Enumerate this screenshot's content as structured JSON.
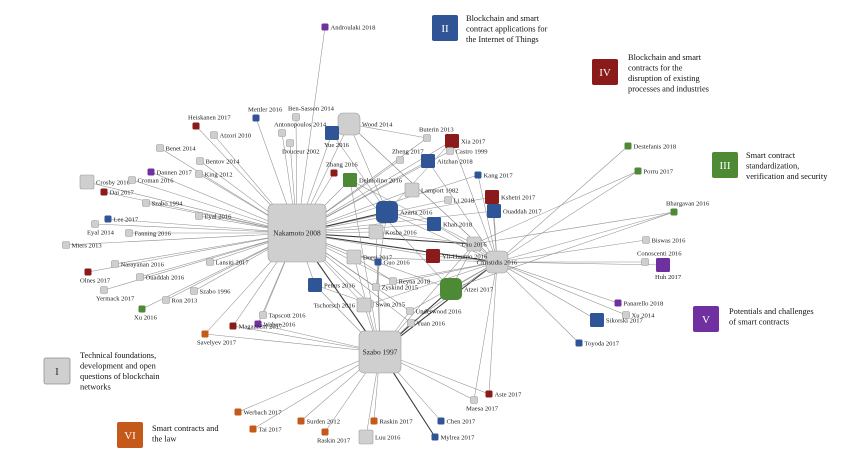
{
  "colors": {
    "gray": "#cfcfcf",
    "blue": "#2f5597",
    "red": "#8b1a1a",
    "green": "#4e8a35",
    "purple": "#7030a0",
    "orange": "#c5591a",
    "edge": "#8f8f8f"
  },
  "nodes": [
    {
      "id": "nakamoto",
      "label": "Nakamoto 2008",
      "color": "gray",
      "size": "xl",
      "labelPos": "center"
    },
    {
      "id": "szabo1997",
      "label": "Szabo 1997",
      "color": "gray",
      "size": "lg",
      "labelPos": "center"
    },
    {
      "id": "christidis",
      "label": "Christidis 2016",
      "color": "gray",
      "size": "md",
      "labelPos": "center"
    },
    {
      "id": "luu",
      "label": "Luu 2016",
      "color": "gray",
      "size": "sm",
      "labelPos": "center"
    },
    {
      "id": "androulaki",
      "label": "Androulaki 2018",
      "color": "purple",
      "size": "xs",
      "labelPos": "right"
    },
    {
      "id": "heiskanen",
      "label": "Heiskanen 2017",
      "color": "red",
      "size": "xs",
      "labelPos": "above"
    },
    {
      "id": "mettler",
      "label": "Mettler 2016",
      "color": "blue",
      "size": "xs",
      "labelPos": "above"
    },
    {
      "id": "bensasson",
      "label": "Ben-Sasson 2014",
      "color": "gray",
      "size": "xs",
      "labelPos": "above"
    },
    {
      "id": "antonopoulos",
      "label": "Antonopoulos 2014",
      "color": "gray",
      "size": "xs",
      "labelPos": "above"
    },
    {
      "id": "wood",
      "label": "Wood 2014",
      "color": "gray",
      "size": "md",
      "labelPos": "right"
    },
    {
      "id": "atzori",
      "label": "Atzori 2010",
      "color": "gray",
      "size": "xs",
      "labelPos": "right"
    },
    {
      "id": "yue",
      "label": "Yue 2016",
      "color": "blue",
      "size": "sm",
      "labelPos": "below"
    },
    {
      "id": "douceur",
      "label": "Douceur 2002",
      "color": "gray",
      "size": "xs",
      "labelPos": "below"
    },
    {
      "id": "buterin",
      "label": "Buterin 2013",
      "color": "gray",
      "size": "xs",
      "labelPos": "above"
    },
    {
      "id": "xia",
      "label": "Xia 2017",
      "color": "red",
      "size": "sm",
      "labelPos": "right"
    },
    {
      "id": "castro",
      "label": "Castro 1999",
      "color": "gray",
      "size": "xs",
      "labelPos": "right"
    },
    {
      "id": "zheng",
      "label": "Zheng 2017",
      "color": "gray",
      "size": "xs",
      "labelPos": "above"
    },
    {
      "id": "aitzhan",
      "label": "Aitzhan 2018",
      "color": "blue",
      "size": "sm",
      "labelPos": "right"
    },
    {
      "id": "benet",
      "label": "Benet 2014",
      "color": "gray",
      "size": "xs",
      "labelPos": "right"
    },
    {
      "id": "bentov",
      "label": "Bentov 2014",
      "color": "gray",
      "size": "xs",
      "labelPos": "right"
    },
    {
      "id": "dannen",
      "label": "Dannen 2017",
      "color": "purple",
      "size": "xs",
      "labelPos": "right"
    },
    {
      "id": "king",
      "label": "King 2012",
      "color": "gray",
      "size": "xs",
      "labelPos": "right"
    },
    {
      "id": "zhang",
      "label": "Zhang 2016",
      "color": "red",
      "size": "xs",
      "labelPos": "above"
    },
    {
      "id": "delmolino",
      "label": "Delmolino 2016",
      "color": "green",
      "size": "sm",
      "labelPos": "right"
    },
    {
      "id": "kang",
      "label": "Kang 2017",
      "color": "blue",
      "size": "xs",
      "labelPos": "right"
    },
    {
      "id": "crosby",
      "label": "Crosby 2016",
      "color": "gray",
      "size": "sm",
      "labelPos": "right"
    },
    {
      "id": "croman",
      "label": "Croman 2016",
      "color": "gray",
      "size": "xs",
      "labelPos": "right"
    },
    {
      "id": "dai",
      "label": "Dai 2017",
      "color": "red",
      "size": "xs",
      "labelPos": "right"
    },
    {
      "id": "lamport",
      "label": "Lamport 1982",
      "color": "gray",
      "size": "sm",
      "labelPos": "right"
    },
    {
      "id": "li2018",
      "label": "Li 2018",
      "color": "gray",
      "size": "xs",
      "labelPos": "right"
    },
    {
      "id": "kshetri",
      "label": "Kshetri 2017",
      "color": "red",
      "size": "sm",
      "labelPos": "right"
    },
    {
      "id": "ouaddah2017",
      "label": "Ouaddah 2017",
      "color": "blue",
      "size": "sm",
      "labelPos": "right"
    },
    {
      "id": "szabo1994",
      "label": "Szabo 1994",
      "color": "gray",
      "size": "xs",
      "labelPos": "right"
    },
    {
      "id": "eyal2016",
      "label": "Eyal 2016",
      "color": "gray",
      "size": "xs",
      "labelPos": "right"
    },
    {
      "id": "azaria",
      "label": "Azaria 2016",
      "color": "blue",
      "size": "md",
      "labelPos": "right"
    },
    {
      "id": "khan",
      "label": "Khan 2018",
      "color": "blue",
      "size": "sm",
      "labelPos": "right"
    },
    {
      "id": "lee",
      "label": "Lee 2017",
      "color": "blue",
      "size": "xs",
      "labelPos": "right"
    },
    {
      "id": "fanning",
      "label": "Fanning 2016",
      "color": "gray",
      "size": "xs",
      "labelPos": "right"
    },
    {
      "id": "eyal2014",
      "label": "Eyal 2014",
      "color": "gray",
      "size": "xs",
      "labelPos": "below"
    },
    {
      "id": "kosba",
      "label": "Kosba 2016",
      "color": "gray",
      "size": "sm",
      "labelPos": "right"
    },
    {
      "id": "miers",
      "label": "Miers 2013",
      "color": "gray",
      "size": "xs",
      "labelPos": "right"
    },
    {
      "id": "dorri",
      "label": "Dorri 2017",
      "color": "gray",
      "size": "sm",
      "labelPos": "right"
    },
    {
      "id": "yli",
      "label": "Yli-Huumo 2016",
      "color": "red",
      "size": "sm",
      "labelPos": "right"
    },
    {
      "id": "lansiti",
      "label": "Lansiti 2017",
      "color": "gray",
      "size": "xs",
      "labelPos": "right"
    },
    {
      "id": "narayanan",
      "label": "Narayanan 2016",
      "color": "gray",
      "size": "xs",
      "labelPos": "right"
    },
    {
      "id": "olnes",
      "label": "Olnes 2017",
      "color": "red",
      "size": "xs",
      "labelPos": "below"
    },
    {
      "id": "ouaddah2016",
      "label": "Ouaddah 2016",
      "color": "gray",
      "size": "xs",
      "labelPos": "right"
    },
    {
      "id": "yermack",
      "label": "Yermack 2017",
      "color": "gray",
      "size": "xs",
      "labelPos": "below"
    },
    {
      "id": "szabo1996",
      "label": "Szabo 1996",
      "color": "gray",
      "size": "xs",
      "labelPos": "right"
    },
    {
      "id": "ron",
      "label": "Ron 2013",
      "color": "gray",
      "size": "xs",
      "labelPos": "right"
    },
    {
      "id": "xu2016",
      "label": "Xu 2016",
      "color": "green",
      "size": "xs",
      "labelPos": "below"
    },
    {
      "id": "guo",
      "label": "Guo 2016",
      "color": "blue",
      "size": "xs",
      "labelPos": "right"
    },
    {
      "id": "peters",
      "label": "Peters 2016",
      "color": "blue",
      "size": "sm",
      "labelPos": "right"
    },
    {
      "id": "reyna",
      "label": "Reyna 2018",
      "color": "gray",
      "size": "xs",
      "labelPos": "right"
    },
    {
      "id": "atzei",
      "label": "Atzei 2017",
      "color": "green",
      "size": "md",
      "labelPos": "right"
    },
    {
      "id": "zyskind",
      "label": "Zyskind 2015",
      "color": "gray",
      "size": "xs",
      "labelPos": "right"
    },
    {
      "id": "swan",
      "label": "Swan 2015",
      "color": "gray",
      "size": "xs",
      "labelPos": "right"
    },
    {
      "id": "tschorsch",
      "label": "Tschorsch 2016",
      "color": "gray",
      "size": "sm",
      "labelPos": "left"
    },
    {
      "id": "tapscott",
      "label": "Tapscott 2016",
      "color": "gray",
      "size": "xs",
      "labelPos": "right"
    },
    {
      "id": "weber",
      "label": "Weber 2016",
      "color": "purple",
      "size": "xs",
      "labelPos": "right"
    },
    {
      "id": "underwood",
      "label": "Underwood 2016",
      "color": "gray",
      "size": "xs",
      "labelPos": "right"
    },
    {
      "id": "yuan",
      "label": "Yuan 2016",
      "color": "gray",
      "size": "xs",
      "labelPos": "right"
    },
    {
      "id": "magazzeni",
      "label": "Magazzeni 2017",
      "color": "red",
      "size": "xs",
      "labelPos": "right"
    },
    {
      "id": "savelyev",
      "label": "Savelyev 2017",
      "color": "orange",
      "size": "xs",
      "labelPos": "below"
    },
    {
      "id": "destefanis",
      "label": "Destefanis 2018",
      "color": "green",
      "size": "xs",
      "labelPos": "right"
    },
    {
      "id": "porru",
      "label": "Porru 2017",
      "color": "green",
      "size": "xs",
      "labelPos": "right"
    },
    {
      "id": "bhargavan",
      "label": "Bhargavan 2016",
      "color": "green",
      "size": "xs",
      "labelPos": "above"
    },
    {
      "id": "biswas",
      "label": "Biswas 2016",
      "color": "gray",
      "size": "xs",
      "labelPos": "right"
    },
    {
      "id": "conoscenti",
      "label": "Conoscenti 2016",
      "color": "gray",
      "size": "xs",
      "labelPos": "above"
    },
    {
      "id": "huh",
      "label": "Huh 2017",
      "color": "purple",
      "size": "sm",
      "labelPos": "below"
    },
    {
      "id": "panarello",
      "label": "Panarello 2018",
      "color": "purple",
      "size": "xs",
      "labelPos": "right"
    },
    {
      "id": "xu2014",
      "label": "Xu 2014",
      "color": "gray",
      "size": "xs",
      "labelPos": "right"
    },
    {
      "id": "sikorski",
      "label": "Sikorski 2017",
      "color": "blue",
      "size": "sm",
      "labelPos": "right"
    },
    {
      "id": "toyoda",
      "label": "Toyoda 2017",
      "color": "blue",
      "size": "xs",
      "labelPos": "right"
    },
    {
      "id": "aste",
      "label": "Aste 2017",
      "color": "red",
      "size": "xs",
      "labelPos": "right"
    },
    {
      "id": "maesa",
      "label": "Maesa 2017",
      "color": "gray",
      "size": "xs",
      "labelPos": "below"
    },
    {
      "id": "werbach",
      "label": "Werbach 2017",
      "color": "orange",
      "size": "xs",
      "labelPos": "right"
    },
    {
      "id": "surden",
      "label": "Surden 2012",
      "color": "orange",
      "size": "xs",
      "labelPos": "right"
    },
    {
      "id": "raskin2017a",
      "label": "Raskin 2017",
      "color": "orange",
      "size": "xs",
      "labelPos": "right"
    },
    {
      "id": "chen",
      "label": "Chen 2017",
      "color": "blue",
      "size": "xs",
      "labelPos": "right"
    },
    {
      "id": "tai",
      "label": "Tai 2017",
      "color": "orange",
      "size": "xs",
      "labelPos": "right"
    },
    {
      "id": "raskin2017b",
      "label": "Raskin 2017",
      "color": "orange",
      "size": "xs",
      "labelPos": "below"
    },
    {
      "id": "luu2016b",
      "label": "Luu 2016",
      "color": "gray",
      "size": "sm",
      "labelPos": "right"
    },
    {
      "id": "mylrea",
      "label": "Mylrea 2017",
      "color": "blue",
      "size": "xs",
      "labelPos": "right"
    }
  ],
  "edges": [
    [
      "nakamoto",
      "szabo1997"
    ],
    [
      "nakamoto",
      "christidis"
    ],
    [
      "nakamoto",
      "luu"
    ],
    [
      "nakamoto",
      "androulaki"
    ],
    [
      "nakamoto",
      "heiskanen"
    ],
    [
      "nakamoto",
      "mettler"
    ],
    [
      "nakamoto",
      "bensasson"
    ],
    [
      "nakamoto",
      "antonopoulos"
    ],
    [
      "nakamoto",
      "wood"
    ],
    [
      "nakamoto",
      "atzori"
    ],
    [
      "nakamoto",
      "yue"
    ],
    [
      "nakamoto",
      "douceur"
    ],
    [
      "nakamoto",
      "buterin"
    ],
    [
      "nakamoto",
      "xia"
    ],
    [
      "nakamoto",
      "zheng"
    ],
    [
      "nakamoto",
      "aitzhan"
    ],
    [
      "nakamoto",
      "benet"
    ],
    [
      "nakamoto",
      "bentov"
    ],
    [
      "nakamoto",
      "dannen"
    ],
    [
      "nakamoto",
      "king"
    ],
    [
      "nakamoto",
      "zhang"
    ],
    [
      "nakamoto",
      "delmolino"
    ],
    [
      "nakamoto",
      "kang"
    ],
    [
      "nakamoto",
      "crosby"
    ],
    [
      "nakamoto",
      "croman"
    ],
    [
      "nakamoto",
      "dai"
    ],
    [
      "nakamoto",
      "lamport"
    ],
    [
      "nakamoto",
      "li2018"
    ],
    [
      "nakamoto",
      "kshetri"
    ],
    [
      "nakamoto",
      "ouaddah2017"
    ],
    [
      "nakamoto",
      "szabo1994"
    ],
    [
      "nakamoto",
      "eyal2016"
    ],
    [
      "nakamoto",
      "azaria"
    ],
    [
      "nakamoto",
      "khan"
    ],
    [
      "nakamoto",
      "lee"
    ],
    [
      "nakamoto",
      "fanning"
    ],
    [
      "nakamoto",
      "eyal2014"
    ],
    [
      "nakamoto",
      "kosba"
    ],
    [
      "nakamoto",
      "miers"
    ],
    [
      "nakamoto",
      "dorri"
    ],
    [
      "nakamoto",
      "yli"
    ],
    [
      "nakamoto",
      "lansiti"
    ],
    [
      "nakamoto",
      "narayanan"
    ],
    [
      "nakamoto",
      "olnes"
    ],
    [
      "nakamoto",
      "ouaddah2016"
    ],
    [
      "nakamoto",
      "yermack"
    ],
    [
      "nakamoto",
      "szabo1996"
    ],
    [
      "nakamoto",
      "ron"
    ],
    [
      "nakamoto",
      "xu2016"
    ],
    [
      "nakamoto",
      "guo"
    ],
    [
      "nakamoto",
      "peters"
    ],
    [
      "nakamoto",
      "reyna"
    ],
    [
      "nakamoto",
      "atzei"
    ],
    [
      "nakamoto",
      "zyskind"
    ],
    [
      "nakamoto",
      "swan"
    ],
    [
      "nakamoto",
      "tschorsch"
    ],
    [
      "nakamoto",
      "tapscott"
    ],
    [
      "nakamoto",
      "weber"
    ],
    [
      "nakamoto",
      "underwood"
    ],
    [
      "nakamoto",
      "yuan"
    ],
    [
      "nakamoto",
      "magazzeni"
    ],
    [
      "nakamoto",
      "savelyev"
    ],
    [
      "nakamoto",
      "castro"
    ],
    [
      "szabo1997",
      "christidis"
    ],
    [
      "szabo1997",
      "luu"
    ],
    [
      "szabo1997",
      "atzei"
    ],
    [
      "szabo1997",
      "underwood"
    ],
    [
      "szabo1997",
      "peters"
    ],
    [
      "szabo1997",
      "tschorsch"
    ],
    [
      "szabo1997",
      "weber"
    ],
    [
      "szabo1997",
      "magazzeni"
    ],
    [
      "szabo1997",
      "savelyev"
    ],
    [
      "szabo1997",
      "werbach"
    ],
    [
      "szabo1997",
      "surden"
    ],
    [
      "szabo1997",
      "raskin2017a"
    ],
    [
      "szabo1997",
      "chen"
    ],
    [
      "szabo1997",
      "tai"
    ],
    [
      "szabo1997",
      "raskin2017b"
    ],
    [
      "szabo1997",
      "luu2016b"
    ],
    [
      "szabo1997",
      "mylrea"
    ],
    [
      "szabo1997",
      "aste"
    ],
    [
      "szabo1997",
      "maesa"
    ],
    [
      "szabo1997",
      "yuan"
    ],
    [
      "szabo1997",
      "delmolino"
    ],
    [
      "szabo1997",
      "kosba"
    ],
    [
      "szabo1997",
      "guo"
    ],
    [
      "szabo1997",
      "dorri"
    ],
    [
      "christidis",
      "destefanis"
    ],
    [
      "christidis",
      "porru"
    ],
    [
      "christidis",
      "bhargavan"
    ],
    [
      "christidis",
      "biswas"
    ],
    [
      "christidis",
      "conoscenti"
    ],
    [
      "christidis",
      "huh"
    ],
    [
      "christidis",
      "panarello"
    ],
    [
      "christidis",
      "xu2014"
    ],
    [
      "christidis",
      "sikorski"
    ],
    [
      "christidis",
      "toyoda"
    ],
    [
      "christidis",
      "luu"
    ],
    [
      "christidis",
      "atzei"
    ],
    [
      "christidis",
      "kshetri"
    ],
    [
      "christidis",
      "ouaddah2017"
    ],
    [
      "christidis",
      "khan"
    ],
    [
      "christidis",
      "azaria"
    ],
    [
      "christidis",
      "aitzhan"
    ],
    [
      "christidis",
      "xia"
    ],
    [
      "christidis",
      "yli"
    ],
    [
      "christidis",
      "kang"
    ],
    [
      "christidis",
      "underwood"
    ],
    [
      "christidis",
      "yuan"
    ],
    [
      "christidis",
      "reyna"
    ],
    [
      "christidis",
      "dorri"
    ],
    [
      "christidis",
      "aste"
    ],
    [
      "christidis",
      "maesa"
    ],
    [
      "christidis",
      "wood"
    ],
    [
      "christidis",
      "zyskind"
    ],
    [
      "luu",
      "atzei"
    ],
    [
      "luu",
      "delmolino"
    ],
    [
      "luu",
      "kosba"
    ],
    [
      "luu",
      "bhargavan"
    ],
    [
      "luu",
      "porru"
    ],
    [
      "wood",
      "azaria"
    ],
    [
      "wood",
      "christidis"
    ],
    [
      "wood",
      "yue"
    ],
    [
      "wood",
      "buterin"
    ],
    [
      "azaria",
      "xia"
    ],
    [
      "azaria",
      "yue"
    ],
    [
      "azaria",
      "khan"
    ],
    [
      "kosba",
      "azaria"
    ],
    [
      "dorri",
      "reyna"
    ],
    [
      "atzei",
      "delmolino"
    ],
    [
      "atzei",
      "bhargavan"
    ],
    [
      "tschorsch",
      "swan"
    ],
    [
      "zyskind",
      "azaria"
    ],
    [
      "swan",
      "christidis"
    ],
    [
      "peters",
      "swan"
    ]
  ],
  "strong_edges": [
    [
      "nakamoto",
      "szabo1997"
    ],
    [
      "nakamoto",
      "christidis"
    ],
    [
      "nakamoto",
      "azaria"
    ],
    [
      "nakamoto",
      "luu"
    ],
    [
      "szabo1997",
      "christidis"
    ],
    [
      "szabo1997",
      "atzei"
    ],
    [
      "szabo1997",
      "mylrea"
    ]
  ],
  "legend": [
    {
      "roman": "I",
      "text": [
        "Technical foundations,",
        "development and open",
        "questions of blockchain",
        "networks"
      ],
      "color": "gray"
    },
    {
      "roman": "II",
      "text": [
        "Blockchain and smart",
        "contract applications for",
        "the Internet of Things"
      ],
      "color": "blue"
    },
    {
      "roman": "III",
      "text": [
        "Smart contract",
        "standardization,",
        "verification and security"
      ],
      "color": "green"
    },
    {
      "roman": "IV",
      "text": [
        "Blockchain and smart",
        "contracts for the",
        "disruption of existing",
        "processes and industries"
      ],
      "color": "red"
    },
    {
      "roman": "V",
      "text": [
        "Potentials and challenges",
        "of smart contracts"
      ],
      "color": "purple"
    },
    {
      "roman": "VI",
      "text": [
        "Smart contracts and",
        "the law"
      ],
      "color": "orange"
    }
  ]
}
